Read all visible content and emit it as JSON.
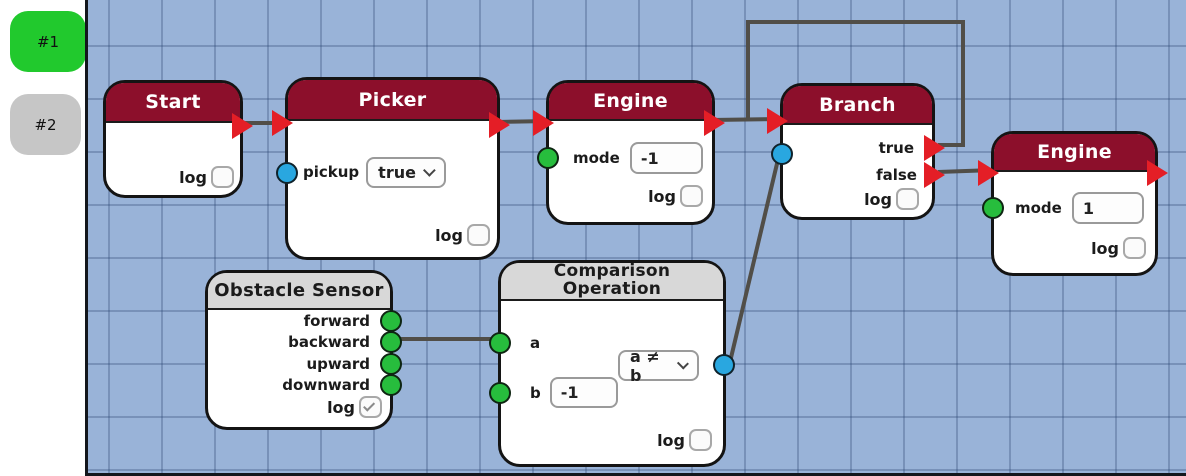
{
  "sidebar": {
    "tabs": [
      {
        "label": "#1",
        "active": true
      },
      {
        "label": "#2",
        "active": false
      }
    ]
  },
  "colors": {
    "canvas_bg": "#99b3d8",
    "grid_line": "#7e99c2",
    "node_header_red": "#8c0f2b",
    "node_header_gray": "#d8d8d8",
    "node_border": "#141414",
    "trigger_port_red": "#e41e26",
    "data_port_green": "#27bd3d",
    "data_port_blue": "#29a7e0",
    "wire": "#514e48",
    "active_tab_green": "#21c92d",
    "inactive_tab_gray": "#c6c6c6"
  },
  "nodes": {
    "start": {
      "title": "Start",
      "log_label": "log",
      "log_checked": false
    },
    "picker": {
      "title": "Picker",
      "pickup_label": "pickup",
      "pickup_value": "true",
      "log_label": "log",
      "log_checked": false
    },
    "engine1": {
      "title": "Engine",
      "mode_label": "mode",
      "mode_value": "-1",
      "log_label": "log",
      "log_checked": false
    },
    "branch": {
      "title": "Branch",
      "outputs": [
        "true",
        "false"
      ],
      "log_label": "log",
      "log_checked": false
    },
    "engine2": {
      "title": "Engine",
      "mode_label": "mode",
      "mode_value": "1",
      "log_label": "log",
      "log_checked": false
    },
    "obstacle_sensor": {
      "title": "Obstacle Sensor",
      "outputs": [
        "forward",
        "backward",
        "upward",
        "downward"
      ],
      "log_label": "log",
      "log_checked": true
    },
    "comparison": {
      "title_line1": "Comparison",
      "title_line2": "Operation",
      "a_label": "a",
      "b_label": "b",
      "b_value": "-1",
      "operator_value": "a ≠ b",
      "log_label": "log",
      "log_checked": false
    }
  }
}
